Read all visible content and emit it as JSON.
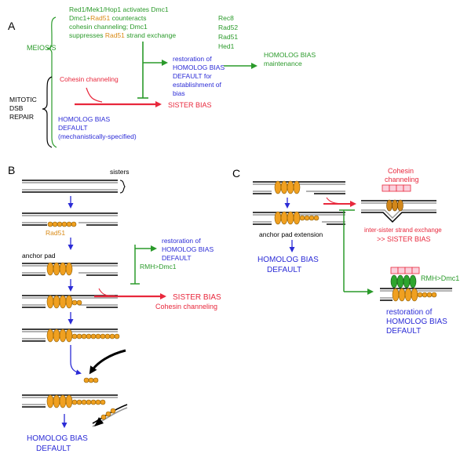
{
  "colors": {
    "green": "#2a9a2a",
    "blue": "#2b2bd6",
    "red": "#e8283c",
    "orange": "#f0a020",
    "pink": "#f6a0b8",
    "black": "#000000",
    "grey": "#8c8c8c"
  },
  "panelA": {
    "label": "A",
    "meiosis": "MEIOSIS",
    "mitotic": [
      "MITOTIC",
      "DSB",
      "REPAIR"
    ],
    "green_note": {
      "l1": "Red1/Mek1/Hop1 activates Dmc1",
      "l2a": "Dmc1+",
      "l2b": "Rad51",
      "l2c": " counteracts",
      "l3": "cohesin channeling;  Dmc1",
      "l4a": "suppresses ",
      "l4b": "Rad51",
      "l4c": " strand exchange"
    },
    "factors": [
      "Rec8",
      "Rad52",
      "Rad51",
      "Hed1"
    ],
    "restoration": [
      "restoration of",
      "HOMOLOG BIAS",
      "DEFAULT for",
      "establishment of",
      "bias"
    ],
    "maintenance": [
      "HOMOLOG BIAS",
      "maintenance"
    ],
    "cohesin_channeling": "Cohesin channeling",
    "sister_bias": "SISTER BIAS",
    "default": [
      "HOMOLOG BIAS",
      "DEFAULT",
      "(mechanistically-specified)"
    ]
  },
  "panelB": {
    "label": "B",
    "sisters": "sisters",
    "rad51": "Rad51",
    "anchor_pad": "anchor pad",
    "restoration": [
      "restoration of",
      "HOMOLOG BIAS",
      "DEFAULT"
    ],
    "rmh": "RMH>Dmc1",
    "sister_bias": "SISTER BIAS",
    "cohesin_channeling": "Cohesin channeling",
    "default": [
      "HOMOLOG BIAS",
      "DEFAULT"
    ]
  },
  "panelC": {
    "label": "C",
    "cohesin": [
      "Cohesin",
      "channeling"
    ],
    "anchor_ext": "anchor pad extension",
    "default": [
      "HOMOLOG BIAS",
      "DEFAULT"
    ],
    "inter_sister": "inter-sister strand exchange",
    "sister_bias": ">> SISTER BIAS",
    "rmh": "RMH>Dmc1",
    "restoration": [
      "restoration of",
      "HOMOLOG BIAS",
      "DEFAULT"
    ]
  }
}
